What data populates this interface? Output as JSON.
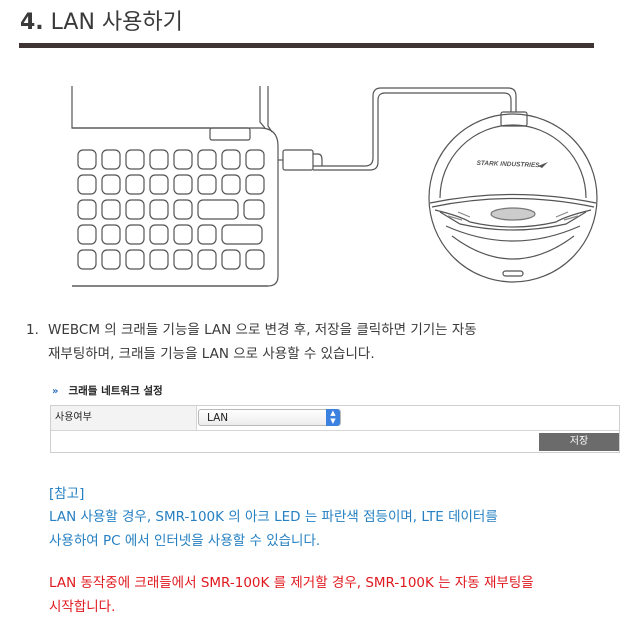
{
  "section": {
    "number": "4.",
    "title": "LAN 사용하기"
  },
  "illustration": {
    "brand_text": "STARK INDUSTRIES"
  },
  "step": {
    "number": "1.",
    "line1": "WEBCM 의 크래들 기능을 LAN 으로 변경 후, 저장을 클릭하면 기기는 자동",
    "line2": "재부팅하며, 크래들 기능을 LAN 으로 사용할 수 있습니다."
  },
  "panel": {
    "chevron": "»",
    "title": "크래들 네트워크 설정",
    "row_label": "사용여부",
    "select_value": "LAN",
    "save_label": "저장"
  },
  "note": {
    "heading": "[참고]",
    "blue_line1": "LAN 사용할 경우, SMR-100K 의 아크 LED 는 파란색 점등이며, LTE 데이터를",
    "blue_line2": "사용하여 PC 에서 인터넷을 사용할 수 있습니다.",
    "red_line1": "LAN 동작중에 크래들에서 SMR-100K 를 제거할 경우, SMR-100K 는 자동 재부팅을",
    "red_line2": "시작합니다."
  },
  "colors": {
    "note_blue": "#2680c2",
    "warning_red": "#e0191f",
    "heading_rule": "#3d3433",
    "button_gray": "#6b6b6b"
  }
}
